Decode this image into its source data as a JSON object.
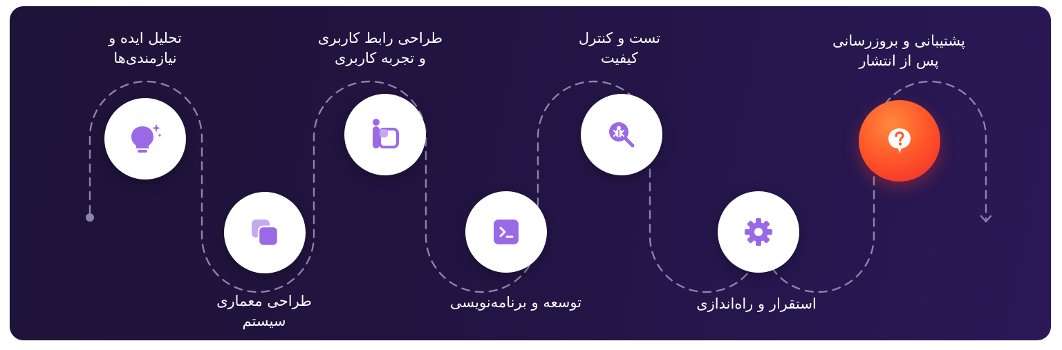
{
  "steps": [
    {
      "label_line1": "تحلیل ایده و",
      "label_line2": "نیازمندی‌ها",
      "icon": "lightbulb-icon"
    },
    {
      "label_line1": "طراحی معماری",
      "label_line2": "سیستم",
      "icon": "layers-icon"
    },
    {
      "label_line1": "طراحی رابط کاربری",
      "label_line2": "و تجربه کاربری",
      "icon": "ui-ux-icon"
    },
    {
      "label_line1": "توسعه و برنامه‌نویسی",
      "label_line2": "",
      "icon": "terminal-icon"
    },
    {
      "label_line1": "تست و کنترل",
      "label_line2": "کیفیت",
      "icon": "bug-search-icon"
    },
    {
      "label_line1": "استقرار و راه‌اندازی",
      "label_line2": "",
      "icon": "gear-icon"
    },
    {
      "label_line1": "پشتیبانی و بروزرسانی",
      "label_line2": "پس از انتشار",
      "icon": "question-bubble-icon"
    }
  ],
  "colors": {
    "background": "#221442",
    "icon": "#9a6ae6",
    "path": "#8c84a8",
    "accent": "#ff5a2a"
  }
}
